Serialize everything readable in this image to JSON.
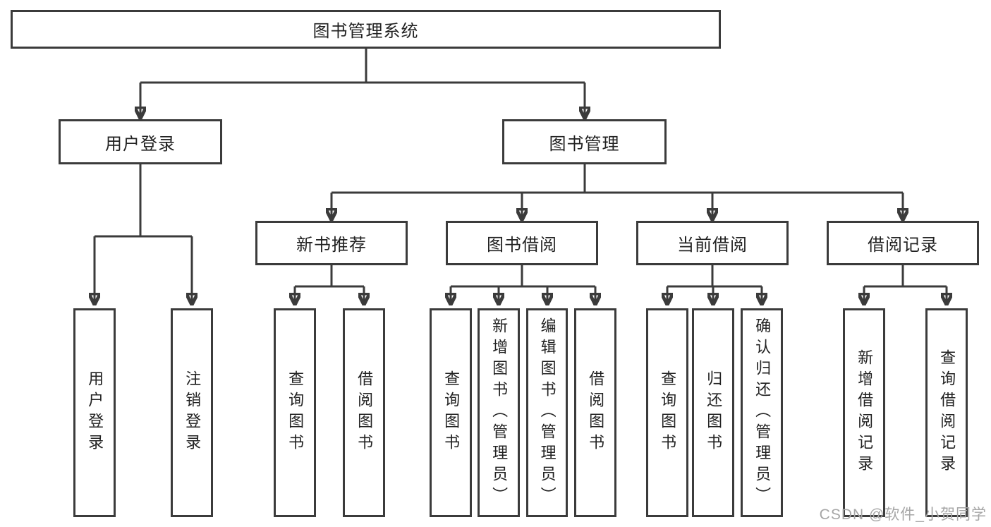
{
  "diagram_title": "图书管理系统",
  "watermark": "CSDN @软件_小贺同学",
  "colors": {
    "line": "#3b3b3b",
    "text": "#222222",
    "watermark": "#a6a6a6",
    "background": "#ffffff"
  },
  "tree": {
    "label": "图书管理系统",
    "children": [
      {
        "label": "用户登录",
        "children": [
          {
            "label": "用户登录"
          },
          {
            "label": "注销登录"
          }
        ]
      },
      {
        "label": "图书管理",
        "children": [
          {
            "label": "新书推荐",
            "children": [
              {
                "label": "查询图书"
              },
              {
                "label": "借阅图书"
              }
            ]
          },
          {
            "label": "图书借阅",
            "children": [
              {
                "label": "查询图书"
              },
              {
                "label": "新增图书（管理员）"
              },
              {
                "label": "编辑图书（管理员）"
              },
              {
                "label": "借阅图书"
              }
            ]
          },
          {
            "label": "当前借阅",
            "children": [
              {
                "label": "查询图书"
              },
              {
                "label": "归还图书"
              },
              {
                "label": "确认归还（管理员）"
              }
            ]
          },
          {
            "label": "借阅记录",
            "children": [
              {
                "label": "新增借阅记录"
              },
              {
                "label": "查询借阅记录"
              }
            ]
          }
        ]
      }
    ]
  }
}
